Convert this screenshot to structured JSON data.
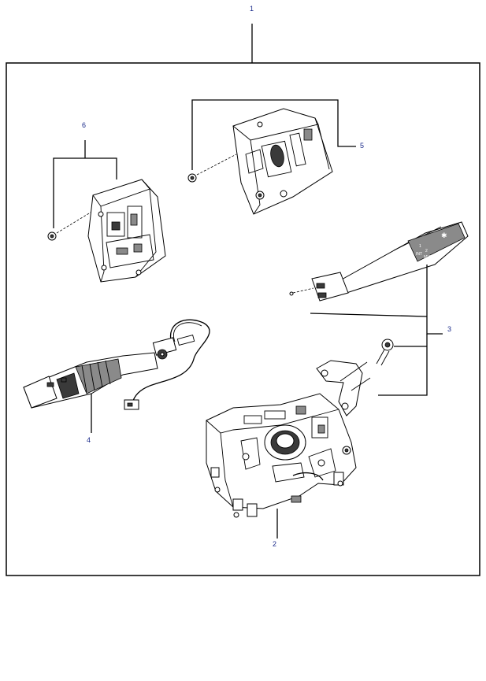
{
  "callouts": {
    "c1": "1",
    "c2": "2",
    "c3": "3",
    "c4": "4",
    "c5": "5",
    "c6": "6"
  },
  "wiper_stalk_text": {
    "t1": "1",
    "t2": "2",
    "t3": "INT",
    "t4": "MIST"
  },
  "colors": {
    "callout_text": "#1a2a8a",
    "line": "#000000",
    "background": "#ffffff"
  }
}
